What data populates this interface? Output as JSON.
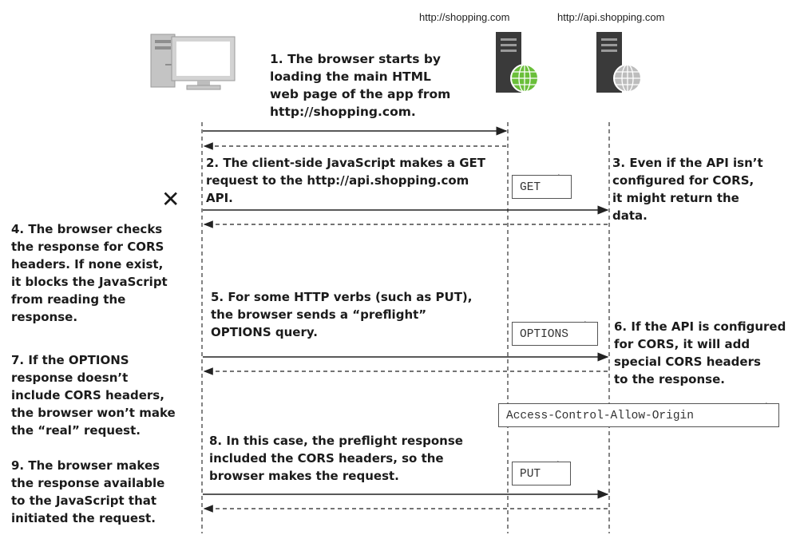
{
  "hosts": {
    "shopping": "http://shopping.com",
    "api": "http://api.shopping.com"
  },
  "notes": {
    "n1": "1. The browser starts by\n    loading the main HTML\n    web page of the app from\n    http://shopping.com.",
    "n2": "2. The client-side JavaScript makes a GET\n    request to the http://api.shopping.com\n    API.",
    "n3": "3. Even if the API isn’t\n    configured for CORS,\n    it might return the\n    data.",
    "n4": "4. The browser checks\n    the response for CORS\n    headers. If none exist,\n    it blocks the JavaScript\n    from reading the\n    response.",
    "n5": "5. For some HTTP verbs (such as PUT),\n    the browser sends a “preflight”\n    OPTIONS query.",
    "n6": "6. If the API is configured\n    for CORS, it will add\n    special CORS headers\n    to the response.",
    "n7": "7. If the OPTIONS\n    response doesn’t\n    include CORS headers,\n    the browser won’t make\n    the “real” request.",
    "n8": "8. In this case, the preflight response\n    included the CORS headers, so the\n    browser makes the request.",
    "n9": "9. The browser makes\n    the response available\n    to the JavaScript that\n    initiated the request."
  },
  "tags": {
    "get": "GET",
    "options": "OPTIONS",
    "header": "Access-Control-Allow-Origin",
    "put": "PUT"
  },
  "blocked_mark": "✕",
  "icons": {
    "browser": "desktop-computer-icon",
    "shopping_server": "server-green-globe-icon",
    "api_server": "server-gray-globe-icon"
  },
  "colors": {
    "shopping_globe": "#6abf3a",
    "api_globe": "#bdbdbd",
    "server_body": "#3a3a3a",
    "computer": "#c8c8c8"
  }
}
